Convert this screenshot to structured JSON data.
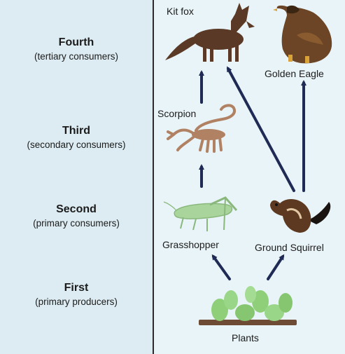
{
  "levels": [
    {
      "name": "Fourth",
      "role": "(tertiary consumers)"
    },
    {
      "name": "Third",
      "role": "(secondary consumers)"
    },
    {
      "name": "Second",
      "role": "(primary consumers)"
    },
    {
      "name": "First",
      "role": "(primary producers)"
    }
  ],
  "organisms": {
    "kit_fox": "Kit fox",
    "golden_eagle": "Golden Eagle",
    "scorpion": "Scorpion",
    "grasshopper": "Grasshopper",
    "ground_squirrel": "Ground Squirrel",
    "plants": "Plants"
  },
  "colors": {
    "arrow": "#1f2a55",
    "fox": "#5a3a26",
    "eagle": "#6b4525",
    "scorpion": "#b08263",
    "grasshopper": "#a9d59c",
    "squirrel": "#5c3920",
    "plants": "#8fcf7a",
    "soil": "#6e4b35"
  }
}
